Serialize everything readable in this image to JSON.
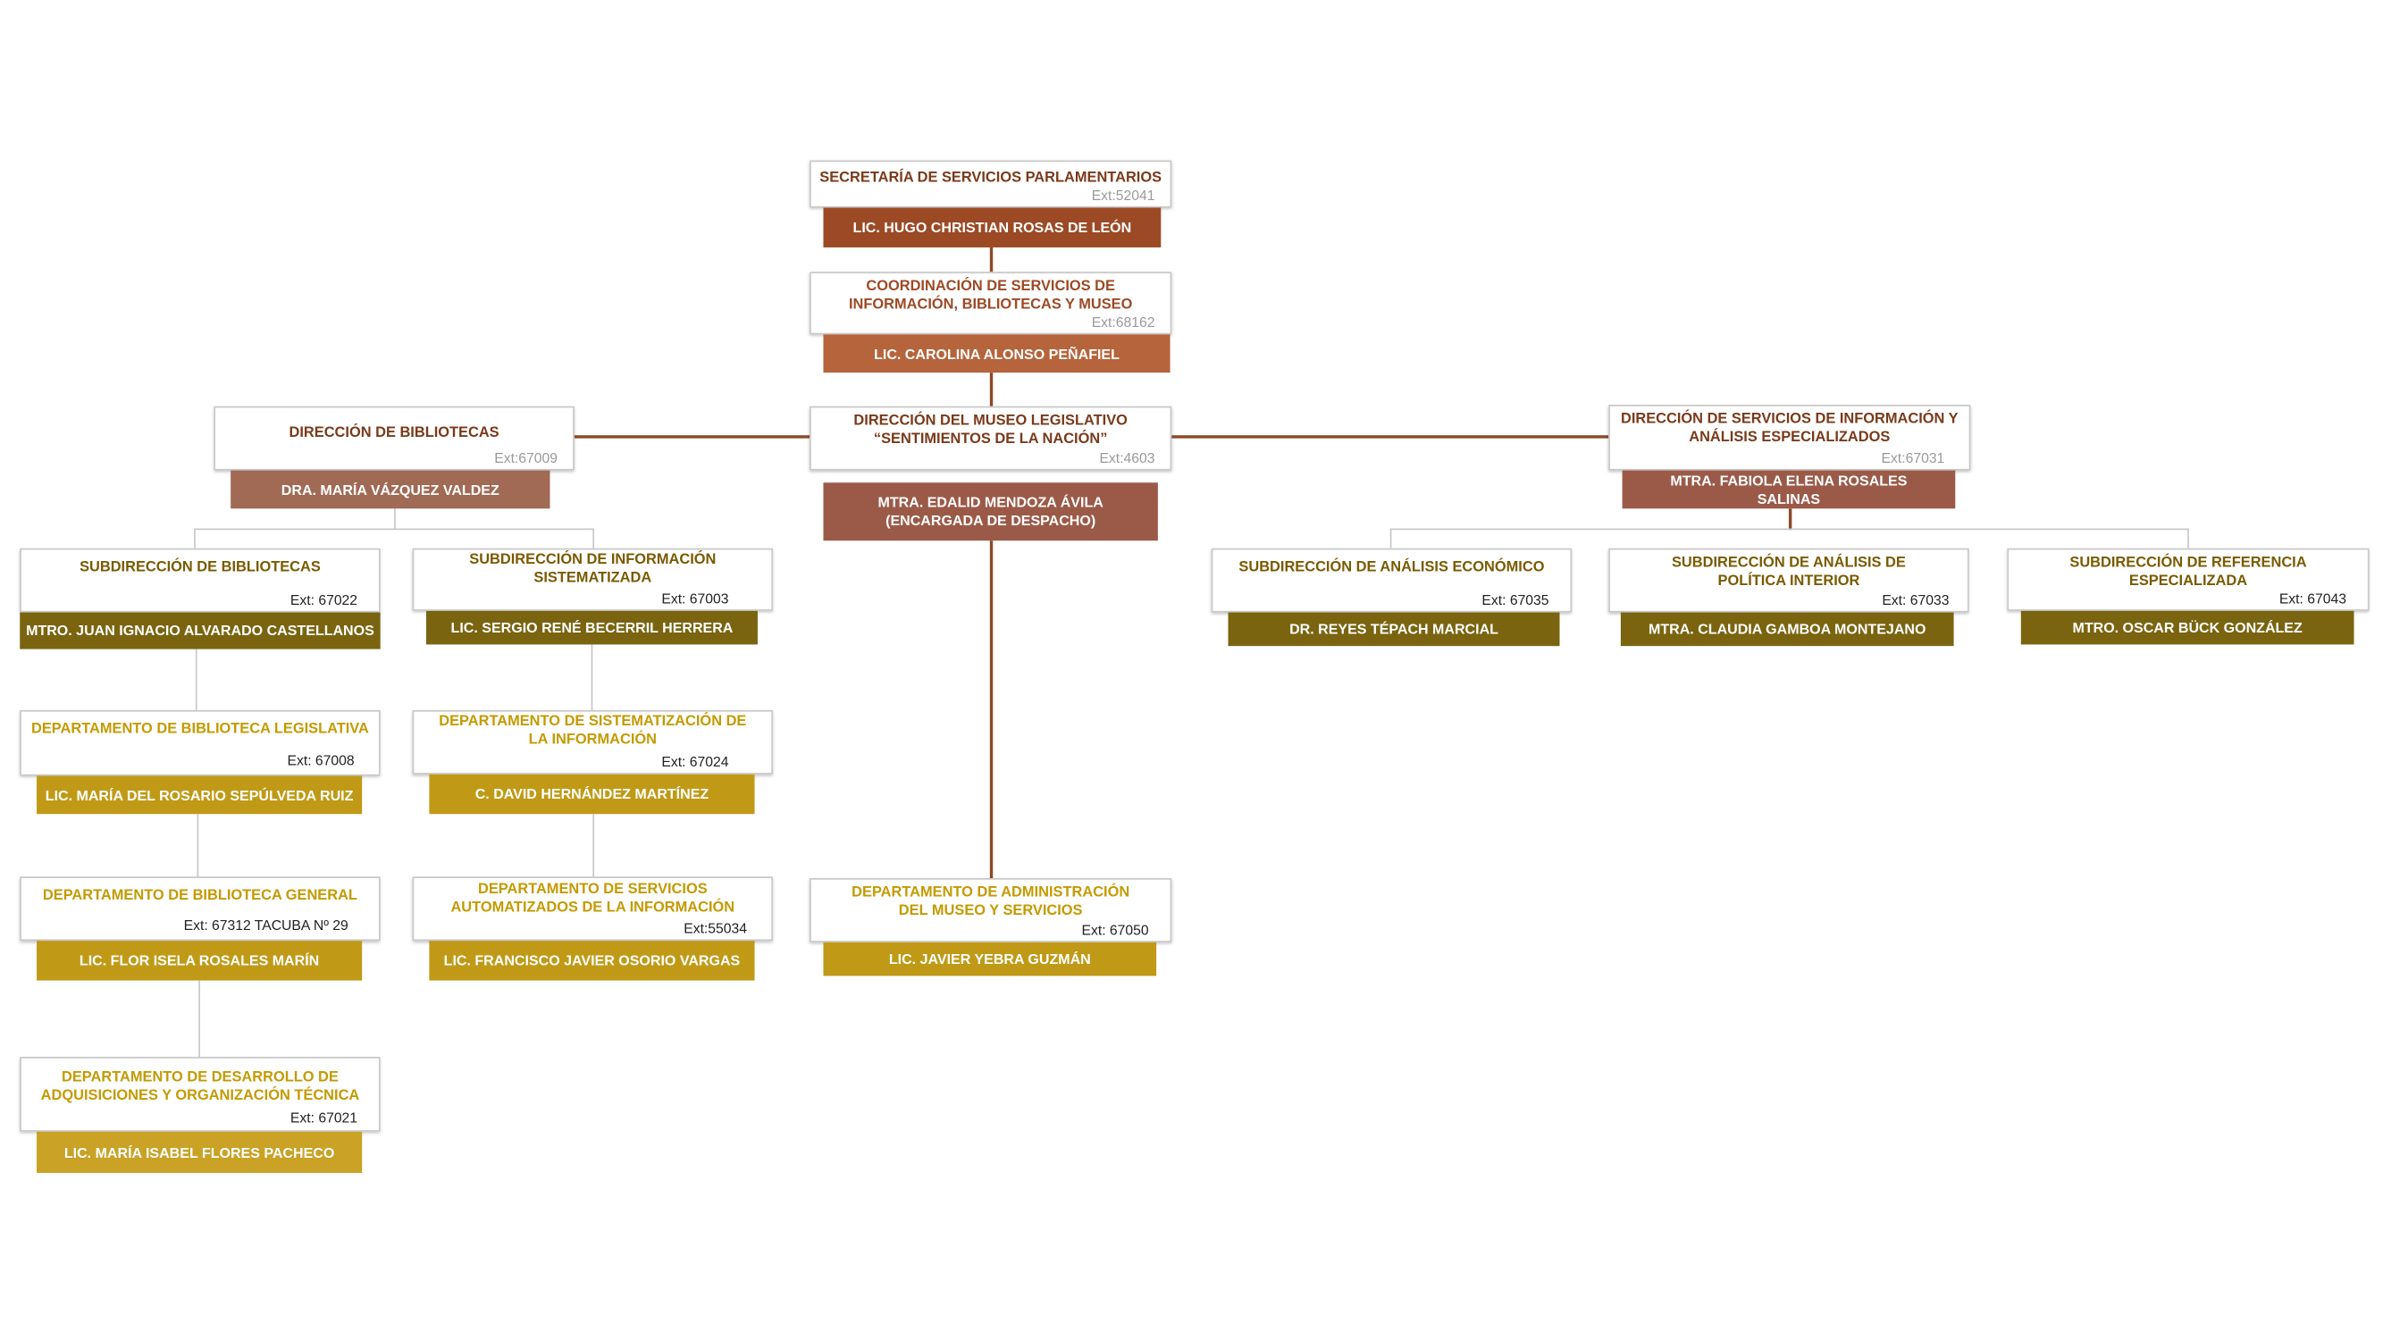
{
  "colors": {
    "secretaria_dark": "#7a3a1a",
    "secretaria_bar": "#9c4a25",
    "coordinacion_text": "#9c4a25",
    "coordinacion_bar": "#b5643c",
    "direccion_text": "#7a3a1a",
    "direccion_bar": "#9b5a48",
    "direccion_bib_bar": "#a06a55",
    "subdireccion_text": "#7a5a00",
    "subdireccion_bar": "#7a6410",
    "departamento_text": "#c49a00",
    "departamento_bar": "#c09a17",
    "connector_brown": "#8b4a2a",
    "connector_gray": "#c8c8c8"
  },
  "nodes": [
    {
      "id": "secretaria",
      "title": "SECRETARÍA DE SERVICIOS PARLAMENTARIOS",
      "ext": "Ext:52041",
      "person": "LIC. HUGO CHRISTIAN ROSAS DE LEÓN"
    },
    {
      "id": "coordinacion",
      "title": "COORDINACIÓN DE SERVICIOS DE INFORMACIÓN, BIBLIOTECAS Y MUSEO",
      "ext": "Ext:68162",
      "person": "LIC. CAROLINA ALONSO PEÑAFIEL"
    },
    {
      "id": "direccion-bibliotecas",
      "title": "DIRECCIÓN DE BIBLIOTECAS",
      "ext": "Ext:67009",
      "person": "DRA. MARÍA VÁZQUEZ VALDEZ"
    },
    {
      "id": "direccion-museo",
      "title": "DIRECCIÓN DEL MUSEO LEGISLATIVO “SENTIMIENTOS DE LA NACIÓN”",
      "ext": "Ext:4603",
      "person": "MTRA. EDALID MENDOZA ÁVILA\n(ENCARGADA DE DESPACHO)"
    },
    {
      "id": "direccion-servicios",
      "title": "DIRECCIÓN DE SERVICIOS DE INFORMACIÓN Y ANÁLISIS ESPECIALIZADOS",
      "ext": "Ext:67031",
      "person": "MTRA. FABIOLA ELENA ROSALES\nSALINAS"
    },
    {
      "id": "subdir-bibliotecas",
      "title": "SUBDIRECCIÓN DE BIBLIOTECAS",
      "ext": "Ext: 67022",
      "person": "MTRO. JUAN IGNACIO ALVARADO CASTELLANOS"
    },
    {
      "id": "subdir-info-sistematizada",
      "title": "SUBDIRECCIÓN DE INFORMACIÓN SISTEMATIZADA",
      "ext": "Ext: 67003",
      "person": "LIC. SERGIO RENÉ BECERRIL HERRERA"
    },
    {
      "id": "subdir-analisis-economico",
      "title": "SUBDIRECCIÓN DE ANÁLISIS ECONÓMICO",
      "ext": "Ext: 67035",
      "person": "DR. REYES TÉPACH MARCIAL"
    },
    {
      "id": "subdir-politica-interior",
      "title": "SUBDIRECCIÓN DE ANÁLISIS DE POLÍTICA INTERIOR",
      "ext": "Ext: 67033",
      "person": "MTRA. CLAUDIA GAMBOA MONTEJANO"
    },
    {
      "id": "subdir-referencia",
      "title": "SUBDIRECCIÓN DE REFERENCIA ESPECIALIZADA",
      "ext": "Ext: 67043",
      "person": "MTRO. OSCAR BÜCK GONZÁLEZ"
    },
    {
      "id": "depto-biblioteca-legislativa",
      "title": "DEPARTAMENTO DE BIBLIOTECA LEGISLATIVA",
      "ext": "Ext: 67008",
      "person": "LIC. MARÍA DEL ROSARIO SEPÚLVEDA RUIZ"
    },
    {
      "id": "depto-sistematizacion",
      "title": "DEPARTAMENTO DE SISTEMATIZACIÓN DE LA INFORMACIÓN",
      "ext": "Ext: 67024",
      "person": "C. DAVID HERNÁNDEZ MARTÍNEZ"
    },
    {
      "id": "depto-biblioteca-general",
      "title": "DEPARTAMENTO DE BIBLIOTECA GENERAL",
      "ext": "Ext: 67312 TACUBA Nº 29",
      "person": "LIC. FLOR ISELA ROSALES MARÍN"
    },
    {
      "id": "depto-servicios-automatizados",
      "title": "DEPARTAMENTO DE SERVICIOS AUTOMATIZADOS DE LA INFORMACIÓN",
      "ext": "Ext:55034",
      "person": "LIC. FRANCISCO JAVIER OSORIO VARGAS"
    },
    {
      "id": "depto-administracion-museo",
      "title": "DEPARTAMENTO DE ADMINISTRACIÓN DEL MUSEO Y SERVICIOS",
      "ext": "Ext: 67050",
      "person": "LIC. JAVIER YEBRA GUZMÁN"
    },
    {
      "id": "depto-adquisiciones",
      "title": "DEPARTAMENTO DE DESARROLLO DE ADQUISICIONES Y ORGANIZACIÓN TÉCNICA",
      "ext": "Ext: 67021",
      "person": "LIC. MARÍA ISABEL FLORES PACHECO"
    }
  ]
}
